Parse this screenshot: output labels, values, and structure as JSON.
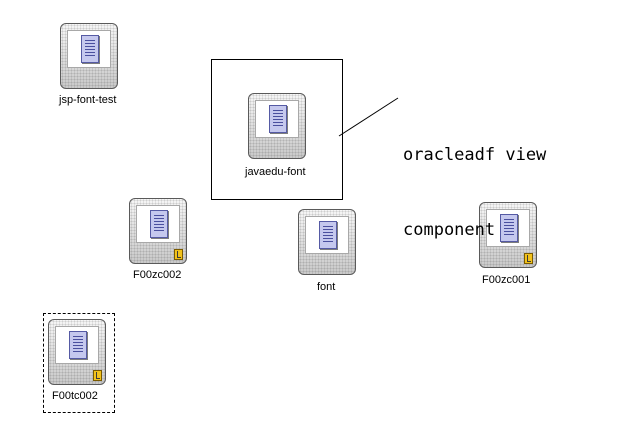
{
  "nodes": [
    {
      "id": "jsp-font-test",
      "label": "jsp-font-test",
      "badge": false
    },
    {
      "id": "javaedu-font",
      "label": "javaedu-font",
      "badge": false,
      "selected": true
    },
    {
      "id": "F00zc002",
      "label": "F00zc002",
      "badge": true
    },
    {
      "id": "font",
      "label": "font",
      "badge": false
    },
    {
      "id": "F00zc001",
      "label": "F00zc001",
      "badge": true
    },
    {
      "id": "F00tc002",
      "label": "F00tc002",
      "badge": true,
      "focused": true
    }
  ],
  "annotation": {
    "line1": "oracleadf view",
    "line2": "component"
  },
  "colors": {
    "background": "#ffffff",
    "document_fill": "#c5c8ee",
    "document_stroke": "#555aa4",
    "badge": "#f2c21b"
  },
  "icons": [
    "page-document-icon",
    "link-badge-icon"
  ]
}
